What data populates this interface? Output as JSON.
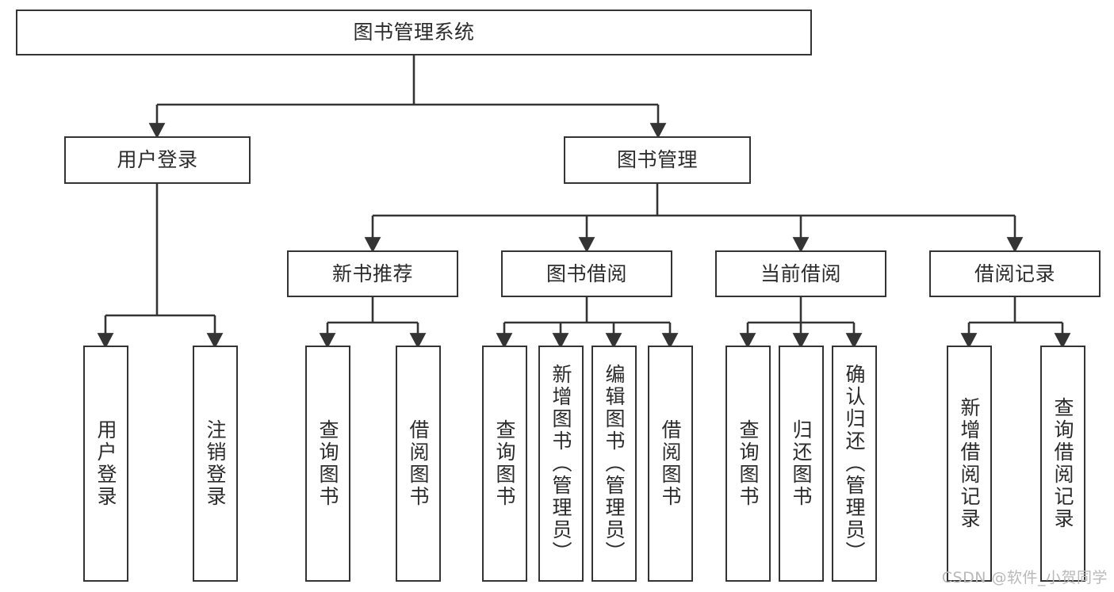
{
  "diagram": {
    "title_node": {
      "id": "root",
      "label": "图书管理系统"
    },
    "level2": [
      {
        "id": "login",
        "label": "用户登录"
      },
      {
        "id": "bookmgmt",
        "label": "图书管理"
      }
    ],
    "level3": [
      {
        "id": "newbook",
        "label": "新书推荐"
      },
      {
        "id": "borrow",
        "label": "图书借阅"
      },
      {
        "id": "current",
        "label": "当前借阅"
      },
      {
        "id": "record",
        "label": "借阅记录"
      }
    ],
    "leaves": {
      "login": [
        {
          "id": "leaf-user-login",
          "label": "用户登录"
        },
        {
          "id": "leaf-user-logout",
          "label": "注销登录"
        }
      ],
      "newbook": [
        {
          "id": "leaf-query-book-1",
          "label": "查询图书"
        },
        {
          "id": "leaf-borrow-book-1",
          "label": "借阅图书"
        }
      ],
      "borrow": [
        {
          "id": "leaf-query-book-2",
          "label": "查询图书"
        },
        {
          "id": "leaf-add-book",
          "label": "新增图书（管理员）"
        },
        {
          "id": "leaf-edit-book",
          "label": "编辑图书（管理员）"
        },
        {
          "id": "leaf-borrow-book-2",
          "label": "借阅图书"
        }
      ],
      "current": [
        {
          "id": "leaf-query-book-3",
          "label": "查询图书"
        },
        {
          "id": "leaf-return-book",
          "label": "归还图书"
        },
        {
          "id": "leaf-confirm-return",
          "label": "确认归还（管理员）"
        }
      ],
      "record": [
        {
          "id": "leaf-add-record",
          "label": "新增借阅记录"
        },
        {
          "id": "leaf-query-record",
          "label": "查询借阅记录"
        }
      ]
    },
    "watermark": "CSDN @软件_小贺同学",
    "colors": {
      "stroke": "#343434",
      "text": "#2b2b2b",
      "background": "#ffffff",
      "watermark": "#b9b9b9"
    }
  }
}
